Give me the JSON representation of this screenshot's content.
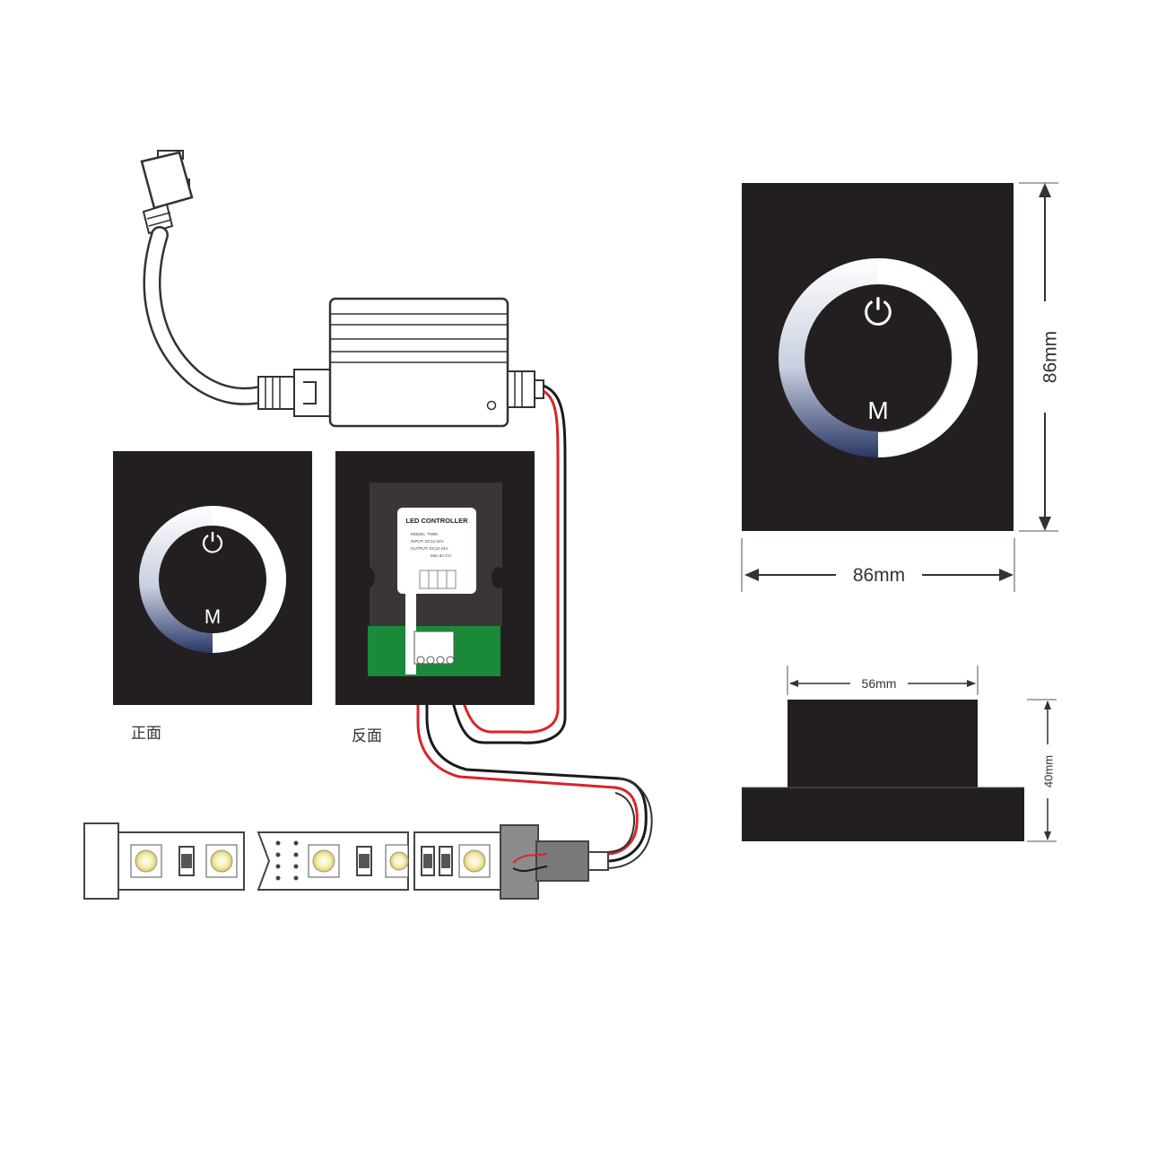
{
  "front_panel": {
    "caption": "正面",
    "power_symbol": "⏻",
    "mode_label": "M"
  },
  "back_panel": {
    "caption": "反面",
    "controller_label": "LED CONTROLLER",
    "spec_lines": [
      "MODEL: TM06",
      "INPUT: DC12-24V",
      "OUTPUT: DC12-24V",
      "Max 8A CH"
    ]
  },
  "large_panel": {
    "power_symbol": "⏻",
    "mode_label": "M",
    "width_label": "86mm",
    "height_label": "86mm"
  },
  "side_view": {
    "top_width_label": "56mm",
    "height_label": "40mm"
  },
  "colors": {
    "panel": "#231f20",
    "pcb": "#1a8a3a",
    "wire_red": "#d9232a",
    "wire_black": "#1a1a1a",
    "led": "#f3e9a0",
    "ring_dark": "#2a3866"
  }
}
